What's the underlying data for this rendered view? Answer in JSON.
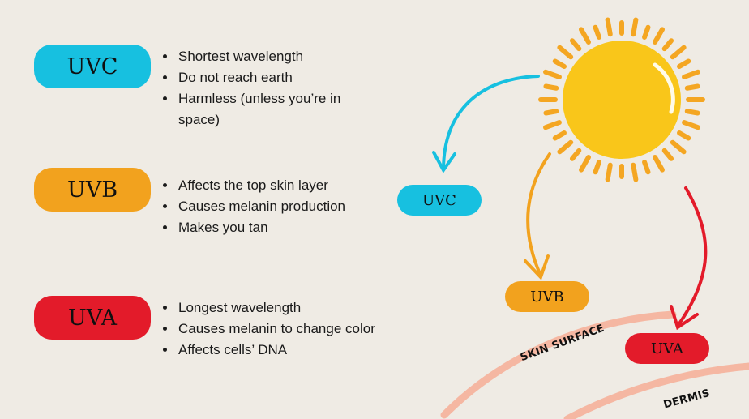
{
  "colors": {
    "background": "#efebe4",
    "uvc": "#17c0e0",
    "uvb": "#f2a21e",
    "uva": "#e31b2a",
    "sun": "#f9c61a",
    "sun_rays": "#f4a622",
    "skin": "#f5b7a2"
  },
  "legend": [
    {
      "label": "UVC",
      "facts": [
        "Shortest wavelength",
        "Do not reach earth",
        "Harmless (unless you’re in space)"
      ]
    },
    {
      "label": "UVB",
      "facts": [
        "Affects the top skin layer",
        "Causes melanin production",
        "Makes you tan"
      ]
    },
    {
      "label": "UVA",
      "facts": [
        "Longest wavelength",
        "Causes melanin to change color",
        "Affects cells’ DNA"
      ]
    }
  ],
  "diagram": {
    "uvc_label": "UVC",
    "uvb_label": "UVB",
    "uva_label": "UVA",
    "skin_surface_label": "SKIN SURFACE",
    "dermis_label": "DERMIS",
    "sun_icon": "sun-icon"
  }
}
